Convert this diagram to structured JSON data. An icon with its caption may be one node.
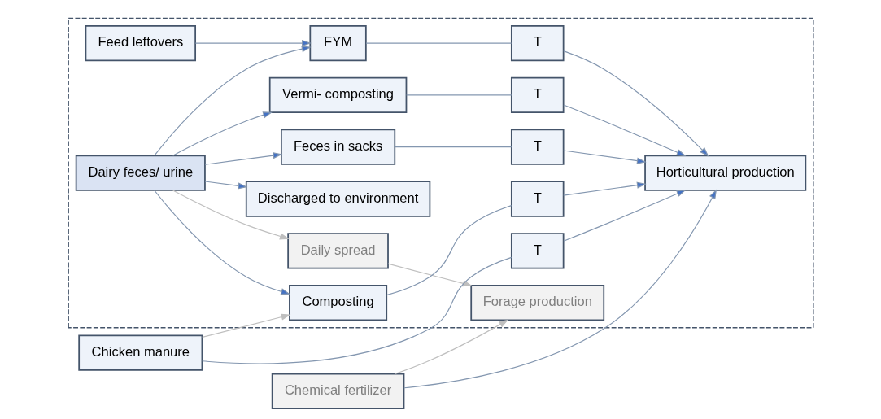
{
  "diagram": {
    "nodes": [
      {
        "text": [],
        "shape": "box"
      },
      {
        "text": [
          "Dairy feces/ urine"
        ],
        "in": 0
      },
      {
        "text": [
          "Discharged to environment"
        ],
        "in": 0
      },
      {
        "text": [
          "Daily spread"
        ],
        "in": 0
      },
      {
        "text": [
          "Feces in sacks"
        ],
        "in": 0
      },
      {
        "text": [
          "FYM"
        ],
        "in": 0
      },
      {
        "text": [
          "Feed leftovers"
        ],
        "in": 0
      },
      {
        "text": [
          "Vermi- composting"
        ],
        "in": 0
      },
      {
        "text": [
          "Composting"
        ],
        "in": 0
      },
      {
        "text": [
          "Forage production"
        ],
        "in": 0
      },
      {
        "text": [
          "Horticultural production"
        ],
        "in": 0
      },
      {
        "text": [
          "T"
        ],
        "in": 0
      },
      {
        "text": [
          "T"
        ],
        "in": 0
      },
      {
        "text": [
          "T"
        ],
        "in": 0
      },
      {
        "text": [
          "T"
        ],
        "in": 0
      },
      {
        "text": [
          "T"
        ],
        "in": 0
      },
      {
        "text": [
          "Chicken manure"
        ]
      },
      {
        "text": [
          "Chemical fertilizer"
        ]
      }
    ],
    "edges": [
      {
        "from": 1,
        "to": 2,
        "arrow": "to"
      },
      {
        "from": 1,
        "to": 3,
        "arrow": "to",
        "color": "#bfbfbf"
      },
      {
        "from": 1,
        "to": 4,
        "arrow": "to"
      },
      {
        "from": 1,
        "to": 5,
        "arrow": "to"
      },
      {
        "from": 1,
        "to": 7,
        "arrow": "to"
      },
      {
        "from": 1,
        "to": 8,
        "arrow": "to"
      },
      {
        "from": 6,
        "to": 5,
        "arrow": "to"
      },
      {
        "from": 3,
        "to": 9,
        "arrow": "to",
        "color": "#bfbfbf"
      },
      {
        "from": 4,
        "to": 11,
        "arrow": "none"
      },
      {
        "from": 11,
        "to": 10,
        "arrow": "to"
      },
      {
        "from": 5,
        "to": 12,
        "arrow": "none"
      },
      {
        "from": 12,
        "to": 10,
        "arrow": "to"
      },
      {
        "from": 7,
        "to": 13,
        "arrow": "none"
      },
      {
        "from": 13,
        "to": 10,
        "arrow": "to"
      },
      {
        "from": 8,
        "to": 14,
        "arrow": "none"
      },
      {
        "from": 14,
        "to": 10,
        "arrow": "to"
      },
      {
        "from": 16,
        "to": 8,
        "arrow": "to",
        "color": "#bfbfbf"
      },
      {
        "from": 16,
        "to": 15,
        "arrow": "none"
      },
      {
        "from": 15,
        "to": 10,
        "arrow": "to"
      },
      {
        "from": 17,
        "to": 10,
        "arrow": "to"
      },
      {
        "from": 17,
        "to": 9,
        "arrow": "to",
        "color": "#bfbfbf"
      }
    ]
  }
}
